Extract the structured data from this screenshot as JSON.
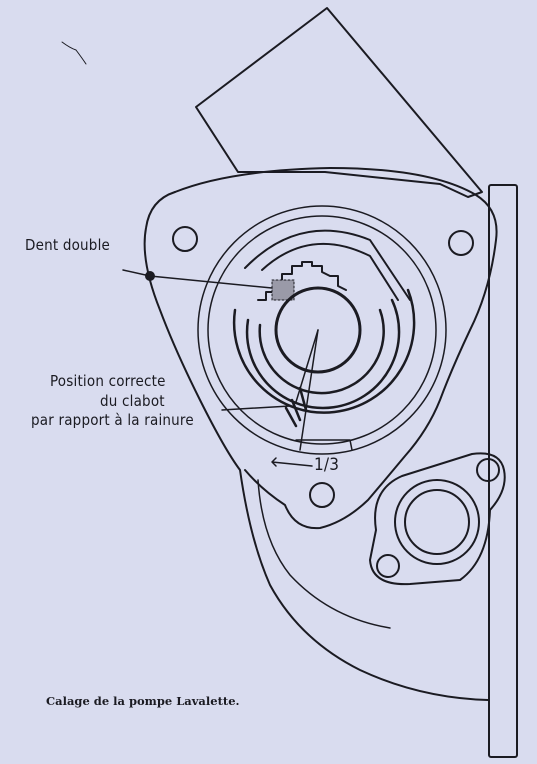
{
  "labels": {
    "dent_double": "Dent double",
    "position_line1": "Position correcte",
    "position_line2": "du clabot",
    "position_line3": "par rapport à la rainure",
    "fraction": "1/3"
  },
  "caption": "Calage de la pompe Lavalette.",
  "colors": {
    "paper": "#d9dcef",
    "ink": "#1b1b22"
  }
}
